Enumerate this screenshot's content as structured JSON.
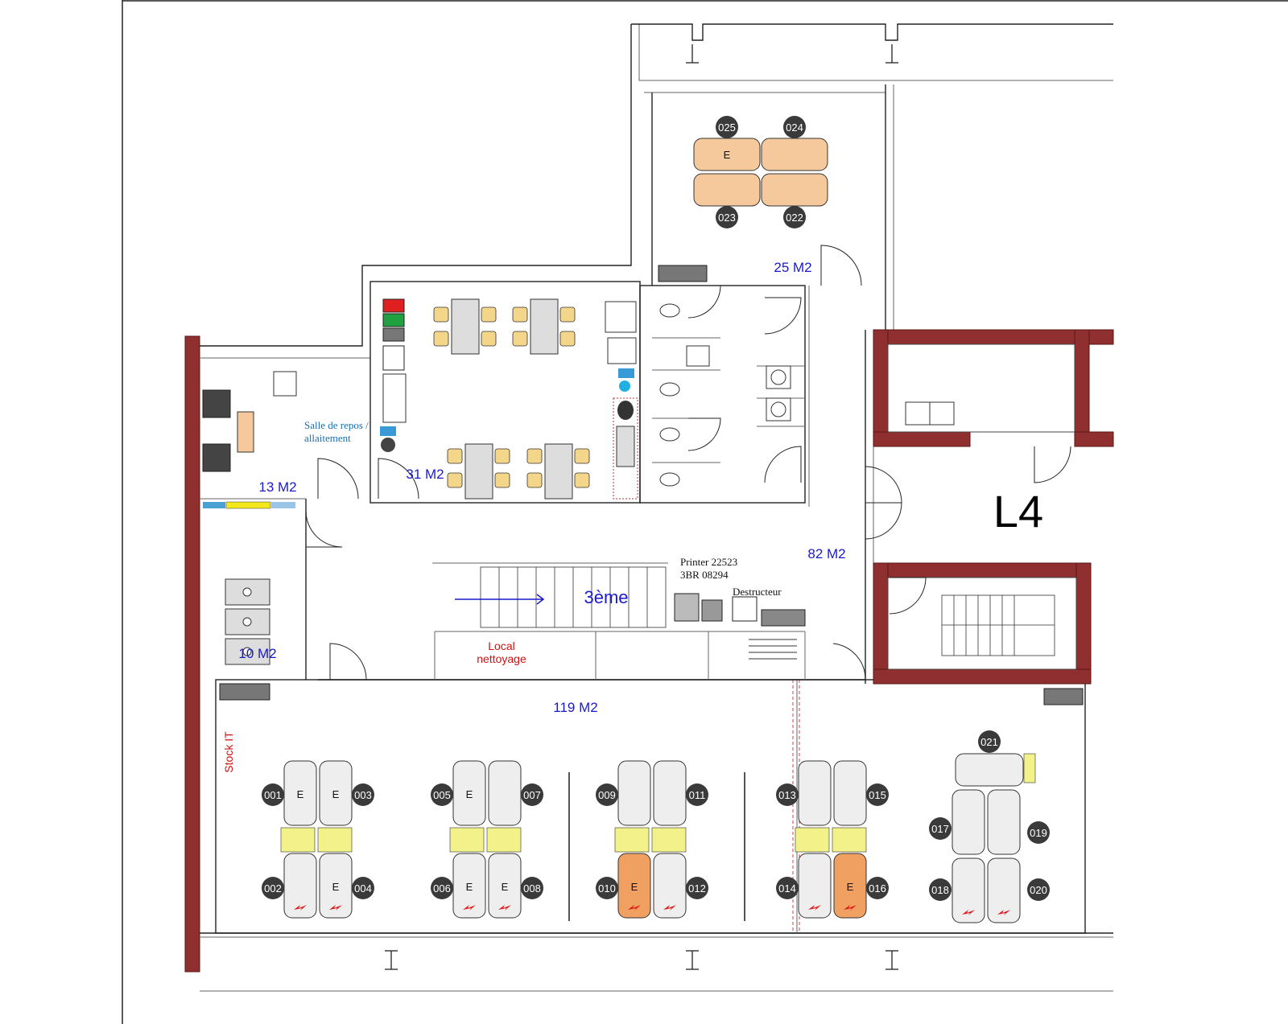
{
  "zone_label": "L4",
  "rooms": {
    "meeting_area": "25 M2",
    "rest_room_area": "13 M2",
    "rest_room_name": "Salle de repos / allaitement",
    "kitchen_area": "31 M2",
    "small_room_area": "10 M2",
    "corridor_area": "82 M2",
    "openspace_area": "119 M2"
  },
  "stairs_label": "3ème",
  "cleaning_room": "Local nettoyage",
  "printer_line1": "Printer 22523",
  "printer_line2": "3BR 08294",
  "shredder": "Destructeur",
  "stock_it": "Stock IT",
  "desk_letter": "E",
  "seats": {
    "meeting": [
      "025",
      "024",
      "023",
      "022"
    ],
    "openspace": [
      "001",
      "002",
      "003",
      "004",
      "005",
      "006",
      "007",
      "008",
      "009",
      "010",
      "011",
      "012",
      "013",
      "014",
      "015",
      "016",
      "017",
      "018",
      "019",
      "020",
      "021"
    ]
  },
  "colors": {
    "area_label": "#1a1acc",
    "brick_wall": "#8f2f2f",
    "meeting_table": "#f6c99c",
    "desk": "#eeeeee",
    "desk_highlight": "#f0a060",
    "chair": "#3a3a3a",
    "yellow_drawer": "#f3f18a",
    "power_icon": "#e01818"
  }
}
